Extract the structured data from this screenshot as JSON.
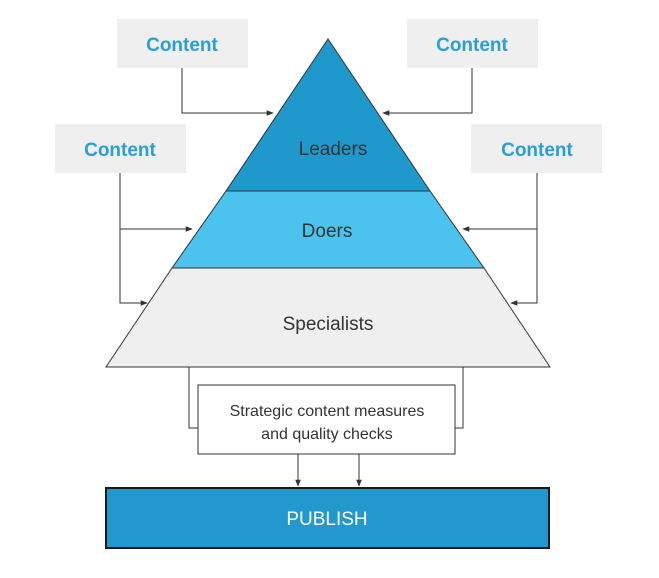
{
  "content_boxes": [
    {
      "label": "Content"
    },
    {
      "label": "Content"
    },
    {
      "label": "Content"
    },
    {
      "label": "Content"
    }
  ],
  "pyramid": {
    "levels": [
      {
        "label": "Leaders"
      },
      {
        "label": "Doers"
      },
      {
        "label": "Specialists"
      }
    ]
  },
  "measures_box": {
    "line1": "Strategic content measures",
    "line2": "and quality checks"
  },
  "publish": {
    "label": "PUBLISH"
  },
  "colors": {
    "content_box_fill": "#efefef",
    "content_text": "#2a9fd6",
    "leaders_fill": "#1f98cc",
    "doers_fill": "#4cc3ef",
    "specialists_fill": "#efefef",
    "publish_fill": "#2398cc",
    "outline": "#333333",
    "text": "#333333"
  }
}
